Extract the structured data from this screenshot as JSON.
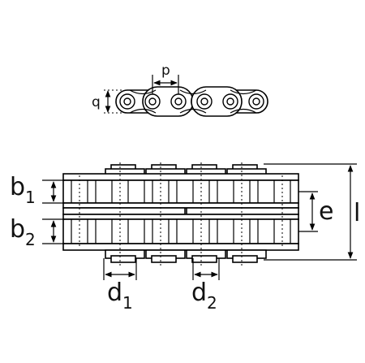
{
  "labels": {
    "p": "p",
    "q": "q",
    "b": "b",
    "one": "1",
    "two": "2",
    "d": "d",
    "e": "e",
    "l": "l"
  },
  "colors": {
    "line": "#000000",
    "background": "#ffffff"
  }
}
